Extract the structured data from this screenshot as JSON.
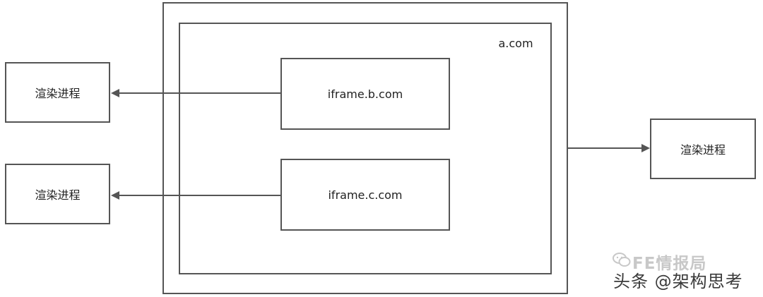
{
  "diagram": {
    "outer_container_label": "a.com",
    "iframes": [
      {
        "label": "iframe.b.com"
      },
      {
        "label": "iframe.c.com"
      }
    ],
    "render_processes": [
      {
        "label": "渲染进程"
      },
      {
        "label": "渲染进程"
      },
      {
        "label": "渲染进程"
      }
    ]
  },
  "watermark": {
    "back_text": "FE情报局",
    "front_text": "头条 @架构思考"
  },
  "colors": {
    "stroke": "#555555",
    "text": "#222222",
    "watermark_light": "#c8c8c8",
    "watermark_dark": "#3a3a3a"
  }
}
